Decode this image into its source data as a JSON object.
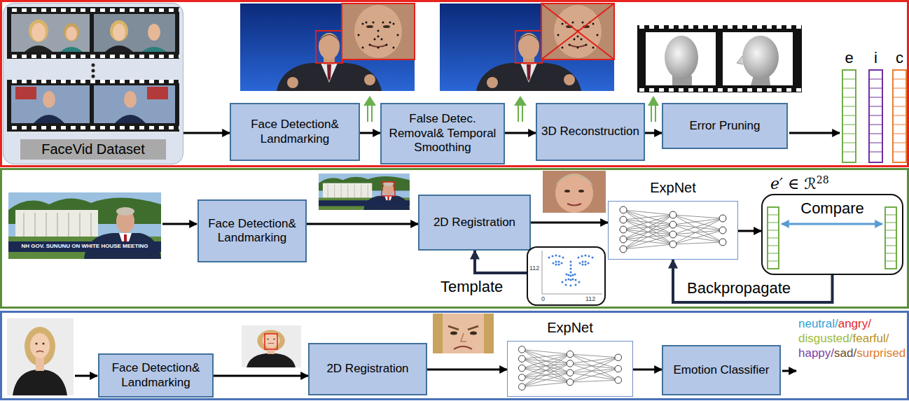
{
  "diagram": {
    "nodes": [
      {
        "text": [
          "FaceVid Dataset"
        ]
      },
      {
        "text": [
          "Face Detection& Landmarking"
        ]
      },
      {
        "text": [
          "False Detec. Removal& Temporal Smoothing"
        ]
      },
      {
        "text": [
          "3D Reconstruction"
        ]
      },
      {
        "text": [
          "Error Pruning"
        ]
      },
      {
        "text": [
          "Face Detection& Landmarking"
        ]
      },
      {
        "text": [
          "2D Registration"
        ]
      },
      {
        "text": [
          "ExpNet"
        ]
      },
      {
        "text": [
          "Compare"
        ]
      },
      {
        "text": [
          "112",
          "0",
          "112"
        ]
      },
      {
        "text": [
          "Face Detection& Landmarking"
        ]
      },
      {
        "text": [
          "2D Registration"
        ]
      },
      {
        "text": [
          "ExpNet"
        ]
      },
      {
        "text": [
          "Emotion Classifier"
        ]
      }
    ],
    "edges": [
      {
        "from": 0,
        "to": 1,
        "arrow": "to"
      },
      {
        "from": 1,
        "to": 2,
        "arrow": "to"
      },
      {
        "from": 2,
        "to": 3,
        "arrow": "to"
      },
      {
        "from": 3,
        "to": 4,
        "arrow": "to"
      },
      {
        "from": 5,
        "to": 6,
        "arrow": "to"
      },
      {
        "from": 6,
        "to": 7,
        "arrow": "to"
      },
      {
        "from": 7,
        "to": 8,
        "arrow": "to"
      },
      {
        "from": 8,
        "to": 7,
        "arrow": "to",
        "label": "Backpropagate"
      },
      {
        "from": 9,
        "to": 6,
        "arrow": "to",
        "label": "Template"
      },
      {
        "from": 10,
        "to": 11,
        "arrow": "to"
      },
      {
        "from": 11,
        "to": 12,
        "arrow": "to"
      },
      {
        "from": 12,
        "to": 13,
        "arrow": "to"
      }
    ],
    "labels": [
      "e",
      "i",
      "c",
      "NH GOV. SUNUNU ON WHITE HOUSE MEETING",
      "e′ ∈ ℛ",
      "28",
      "neutral/",
      "angry/",
      "disgusted/",
      "fearful/",
      "happy/",
      "sad/",
      "surprised"
    ]
  }
}
